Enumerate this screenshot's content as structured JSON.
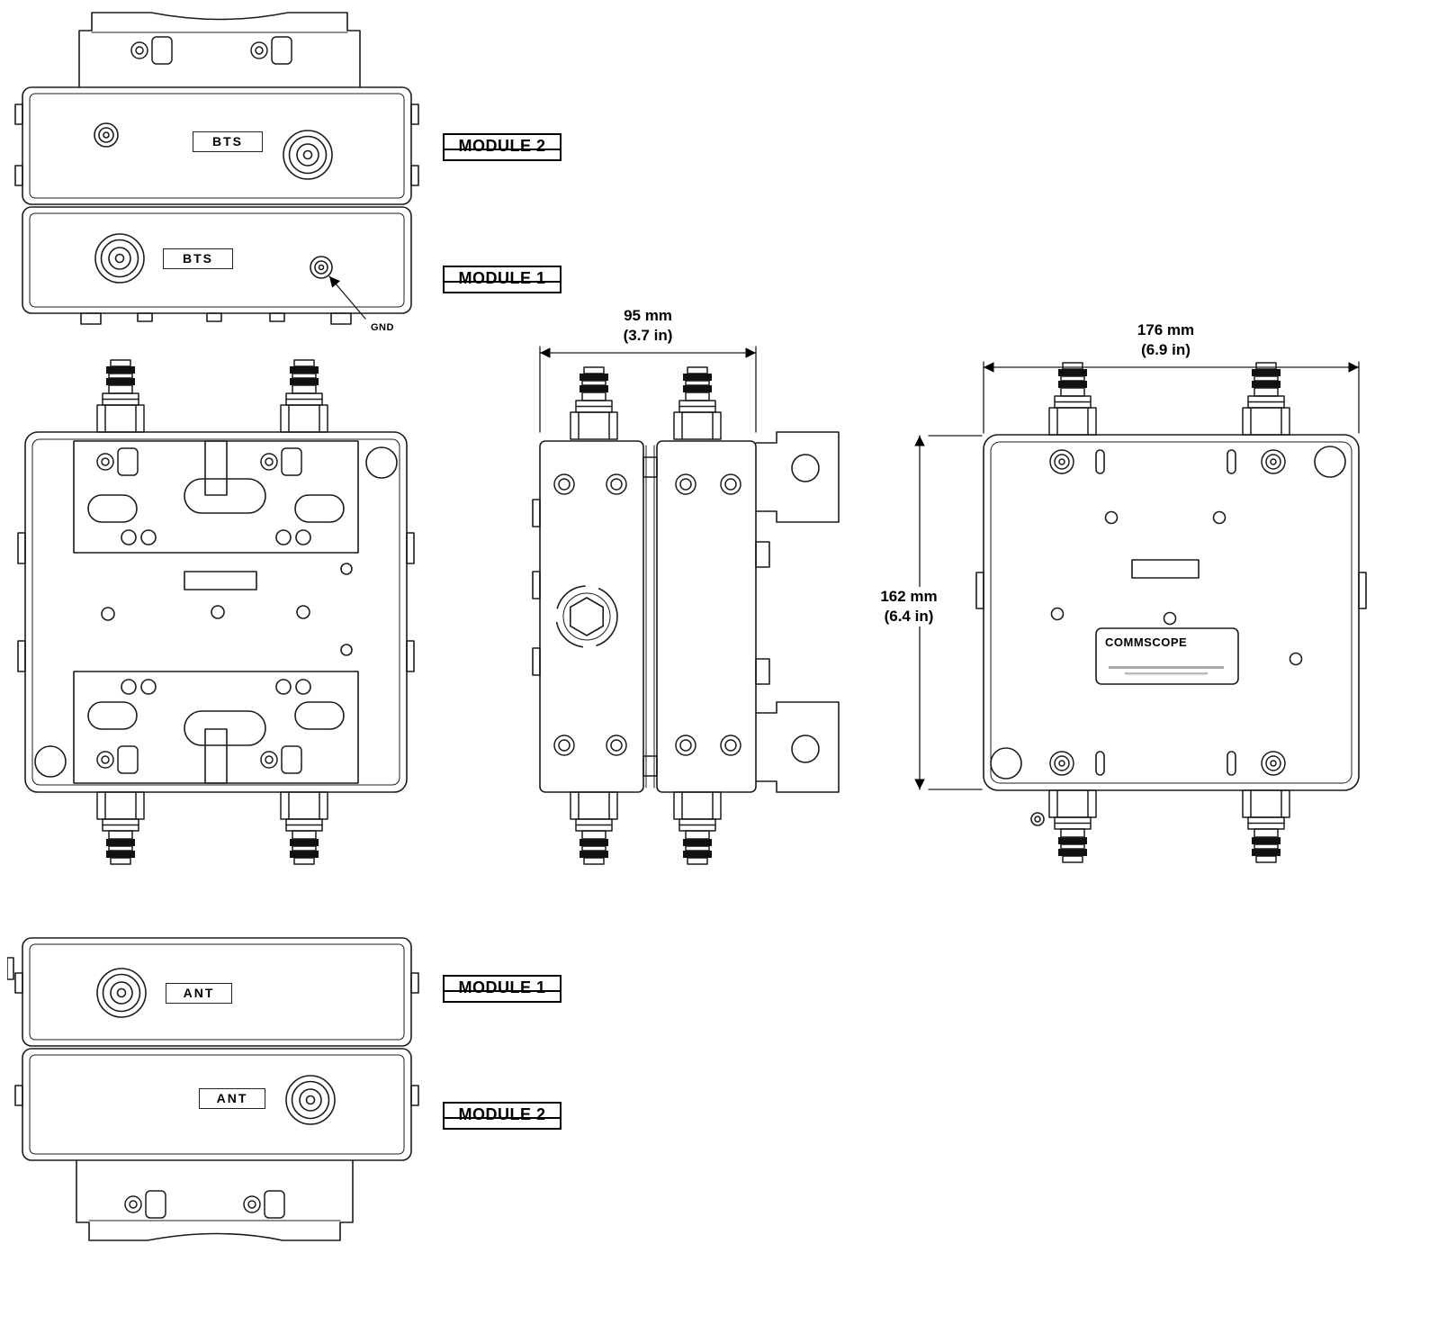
{
  "top_view": {
    "module2_tag": "MODULE 2",
    "module1_tag": "MODULE 1",
    "module2_port": "BTS",
    "module1_port": "BTS",
    "ground_tag": "GND"
  },
  "bottom_view": {
    "module1_tag": "MODULE 1",
    "module2_tag": "MODULE 2",
    "module1_port": "ANT",
    "module2_port": "ANT"
  },
  "back_view": {
    "brand": "COMMSCOPE"
  },
  "dimensions": {
    "depth_mm": "95 mm",
    "depth_in": "(3.7 in)",
    "width_mm": "176 mm",
    "width_in": "(6.9 in)",
    "height_mm": "162 mm",
    "height_in": "(6.4 in)"
  }
}
